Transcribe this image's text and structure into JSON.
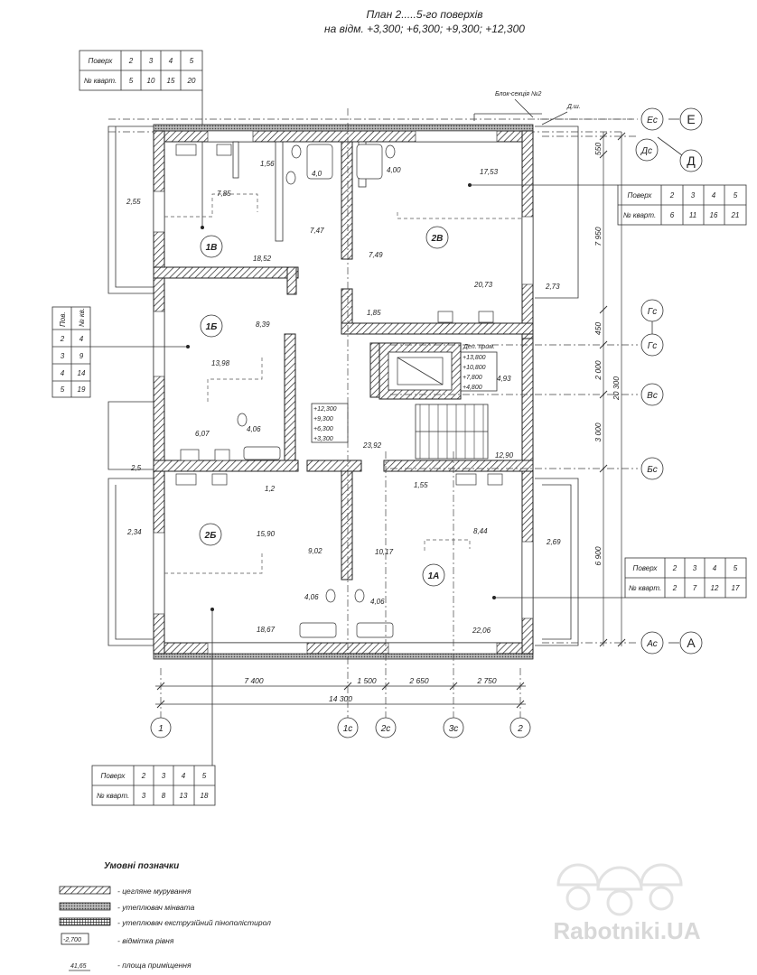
{
  "title": {
    "line1": "План 2.....5-го поверхів",
    "line2": "на відм. +3,300; +6,300; +9,300; +12,300"
  },
  "block_label": "Блок-секція №2",
  "shaft_label": "Д.ш.",
  "tables": {
    "top_left": {
      "header": "Поверх",
      "floors": [
        "2",
        "3",
        "4",
        "5"
      ],
      "row_label": "№ кварт.",
      "apts": [
        "5",
        "10",
        "15",
        "20"
      ]
    },
    "right_top": {
      "header": "Поверх",
      "floors": [
        "2",
        "3",
        "4",
        "5"
      ],
      "row_label": "№ кварт.",
      "apts": [
        "6",
        "11",
        "16",
        "21"
      ]
    },
    "right_bottom": {
      "header": "Поверх",
      "floors": [
        "2",
        "3",
        "4",
        "5"
      ],
      "row_label": "№ кварт.",
      "apts": [
        "2",
        "7",
        "12",
        "17"
      ]
    },
    "bottom": {
      "header": "Поверх",
      "floors": [
        "2",
        "3",
        "4",
        "5"
      ],
      "row_label": "№ кварт.",
      "apts": [
        "3",
        "8",
        "13",
        "18"
      ]
    },
    "left_vertical": {
      "col1": "Пов.",
      "col2": "№ кв.",
      "rows": [
        [
          "2",
          "4"
        ],
        [
          "3",
          "9"
        ],
        [
          "4",
          "14"
        ],
        [
          "5",
          "19"
        ]
      ]
    }
  },
  "apartments": {
    "a1v": "1В",
    "a2v": "2В",
    "a1b": "1Б",
    "a2b": "2Б",
    "a1a": "1А"
  },
  "areas": {
    "r1": "2,55",
    "r2": "7,85",
    "r3": "1,56",
    "r4": "4,0",
    "r5": "4,00",
    "r6": "17,53",
    "r7": "7,47",
    "r8": "7,49",
    "r9": "18,52",
    "r10": "20,73",
    "r11": "2,73",
    "r12": "8,39",
    "r13": "1,85",
    "r14": "13,98",
    "r15": "4,93",
    "r16": "4,06",
    "r17": "6,07",
    "r18": "23,92",
    "r19": "12,90",
    "r20": "2,5",
    "r21": "1,2",
    "r22": "1,55",
    "r23": "2,34",
    "r24": "15,90",
    "r25": "9,02",
    "r26": "10,17",
    "r27": "8,44",
    "r28": "2,69",
    "r29": "4,06",
    "r30": "4,06",
    "r31": "18,67",
    "r32": "22,06"
  },
  "levels_stair": [
    "+12,300",
    "+9,300",
    "+6,300",
    "+3,300"
  ],
  "levels_lift": {
    "label": "Деп. прим.",
    "values": [
      "+13,800",
      "+10,800",
      "+7,800",
      "+4,800"
    ]
  },
  "axes": {
    "bottom": [
      "1",
      "1с",
      "2с",
      "3с",
      "2"
    ],
    "right": [
      "Ес",
      "Е",
      "Дс",
      "Д",
      "Гс",
      "Гс",
      "Вс",
      "Бс",
      "Ас",
      "А"
    ]
  },
  "dims_bottom": [
    "7 400",
    "1 500",
    "2 650",
    "2 750",
    "14 300"
  ],
  "dims_right": [
    "550",
    "7 950",
    "450",
    "2 000",
    "3 000",
    "6 900",
    "20 300"
  ],
  "legend": {
    "title": "Умовні позначки",
    "items": [
      "- цегляне мурування",
      "- утеплювач мінвата",
      "- утеплювач екструзійний пінополістирол",
      "- відмітка рівня",
      "- площа приміщення"
    ],
    "level_sample": "-2,700",
    "area_sample": "41,65"
  },
  "watermark": "Rabotniki.UA"
}
